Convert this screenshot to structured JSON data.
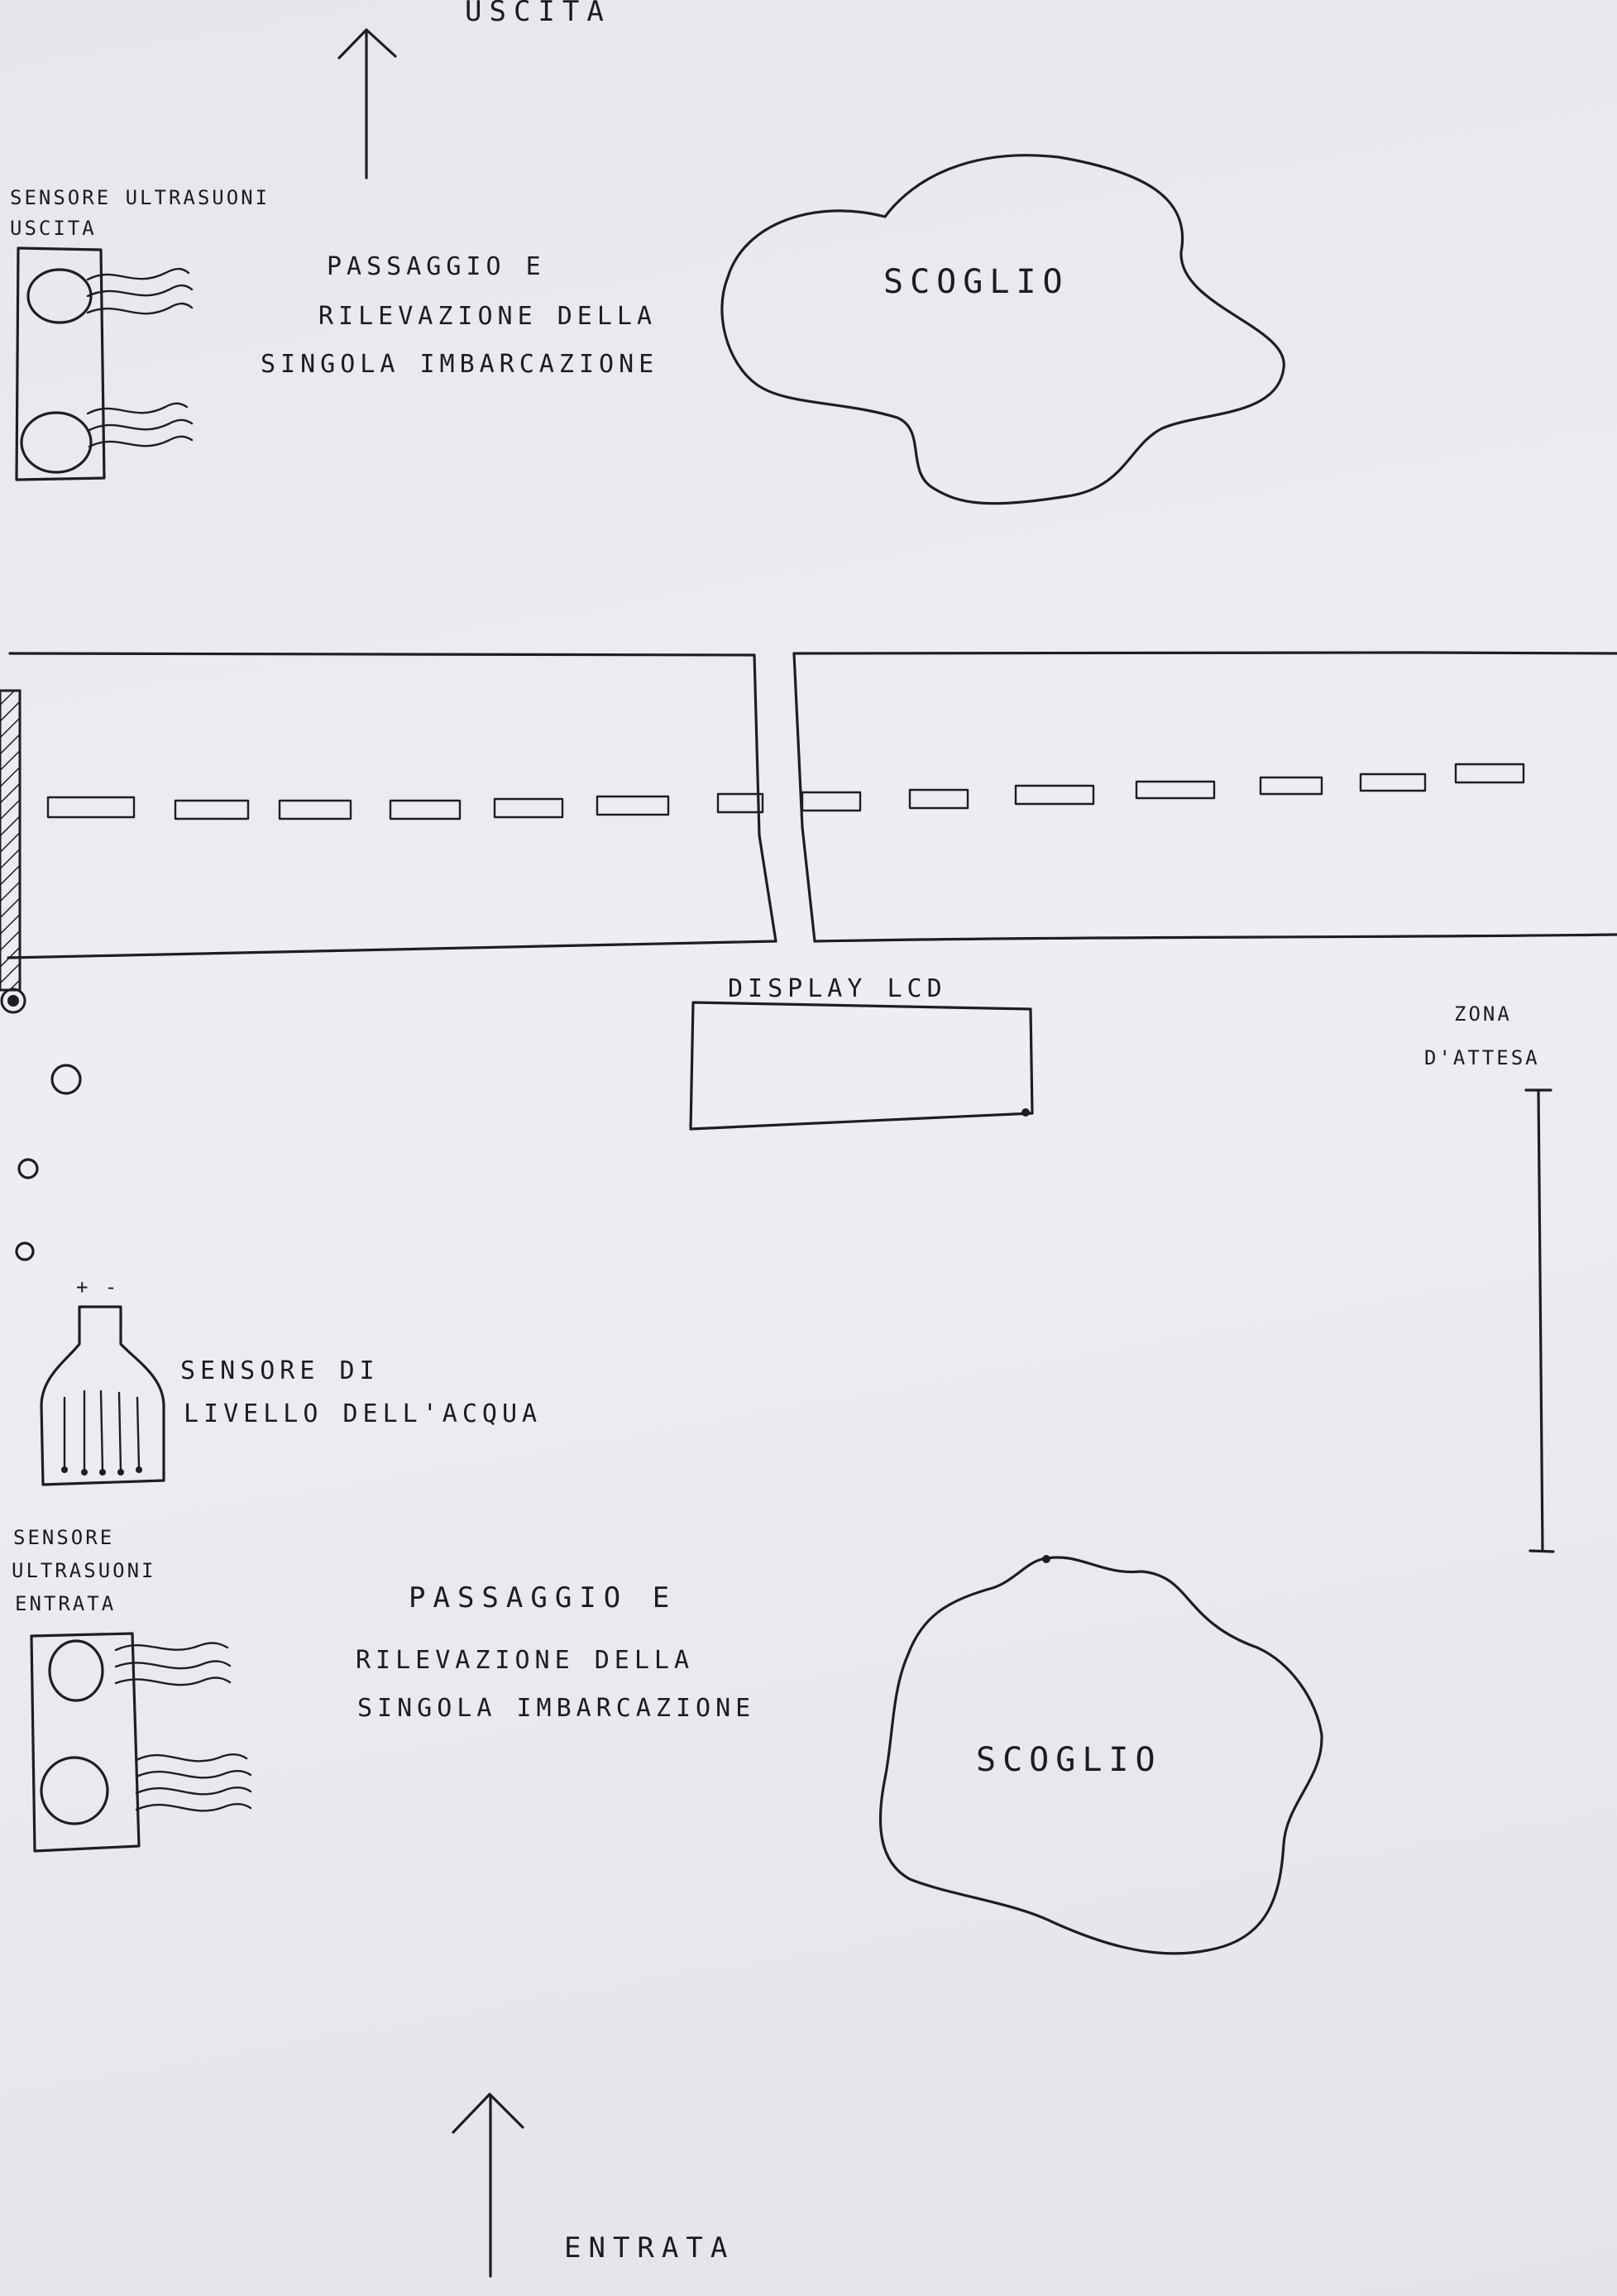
{
  "labels": {
    "exit": "USCITA",
    "entry": "ENTRATA",
    "exit_sensor": [
      "SENSORE ULTRASUONI",
      "USCITA"
    ],
    "exit_passage": [
      "PASSAGGIO E",
      "RILEVAZIONE DELLA",
      "SINGOLA IMBARCAZIONE"
    ],
    "rock_top": "SCOGLIO",
    "rock_bottom": "SCOGLIO",
    "display": "DISPLAY LCD",
    "waiting_zone": [
      "ZONA",
      "D'ATTESA"
    ],
    "water_sensor": [
      "SENSORE DI",
      "LIVELLO DELL'ACQUA"
    ],
    "water_sensor_terminals": "+ -",
    "entry_sensor": [
      "SENSORE",
      "ULTRASUONI",
      "ENTRATA"
    ],
    "entry_passage": [
      "PASSAGGIO E",
      "RILEVAZIONE DELLA",
      "SINGOLA IMBARCAZIONE"
    ]
  },
  "colors": {
    "paper": "#e8e9ee",
    "ink": "#1e1e22"
  }
}
